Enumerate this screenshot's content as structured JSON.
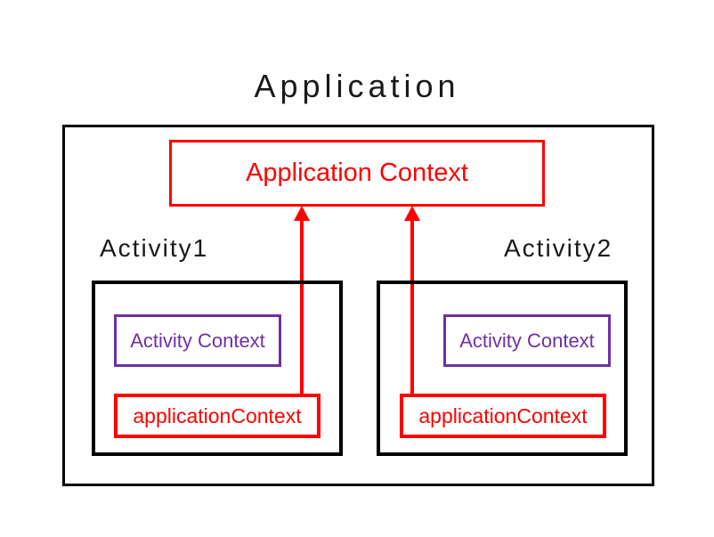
{
  "title": "Application",
  "application_context": {
    "label": "Application Context"
  },
  "activities": [
    {
      "name": "Activity1",
      "activity_context_label": "Activity Context",
      "application_context_ref_label": "applicationContext"
    },
    {
      "name": "Activity2",
      "activity_context_label": "Activity Context",
      "application_context_ref_label": "applicationContext"
    }
  ],
  "colors": {
    "red": "#ff0000",
    "purple": "#7030a0",
    "outline": "#000000"
  }
}
